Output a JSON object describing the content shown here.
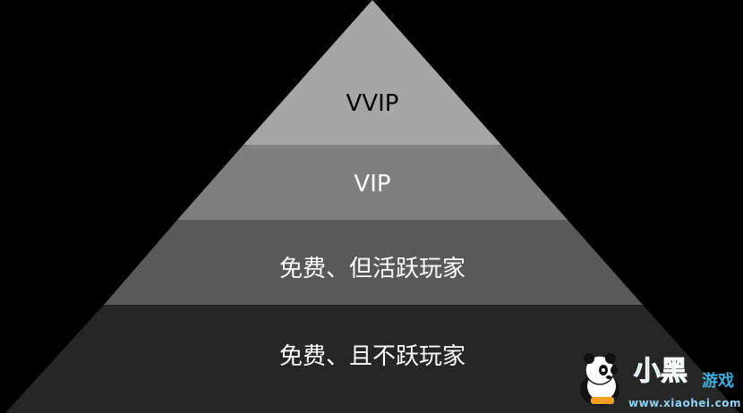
{
  "layers": [
    {
      "label": "VVIP",
      "color": "#a6a6a6",
      "text_color": "#000000"
    },
    {
      "label": "VIP",
      "color": "#7f7f7f",
      "text_color": "#ffffff"
    },
    {
      "label": "免费、但活跃玩家",
      "color": "#595959",
      "text_color": "#ffffff"
    },
    {
      "label": "免费、且不跃玩家",
      "color": "#262626",
      "text_color": "#ffffff"
    }
  ],
  "watermark": {
    "title": "小黑",
    "subtitle": "游戏",
    "url": "www.xiaohei.com"
  }
}
